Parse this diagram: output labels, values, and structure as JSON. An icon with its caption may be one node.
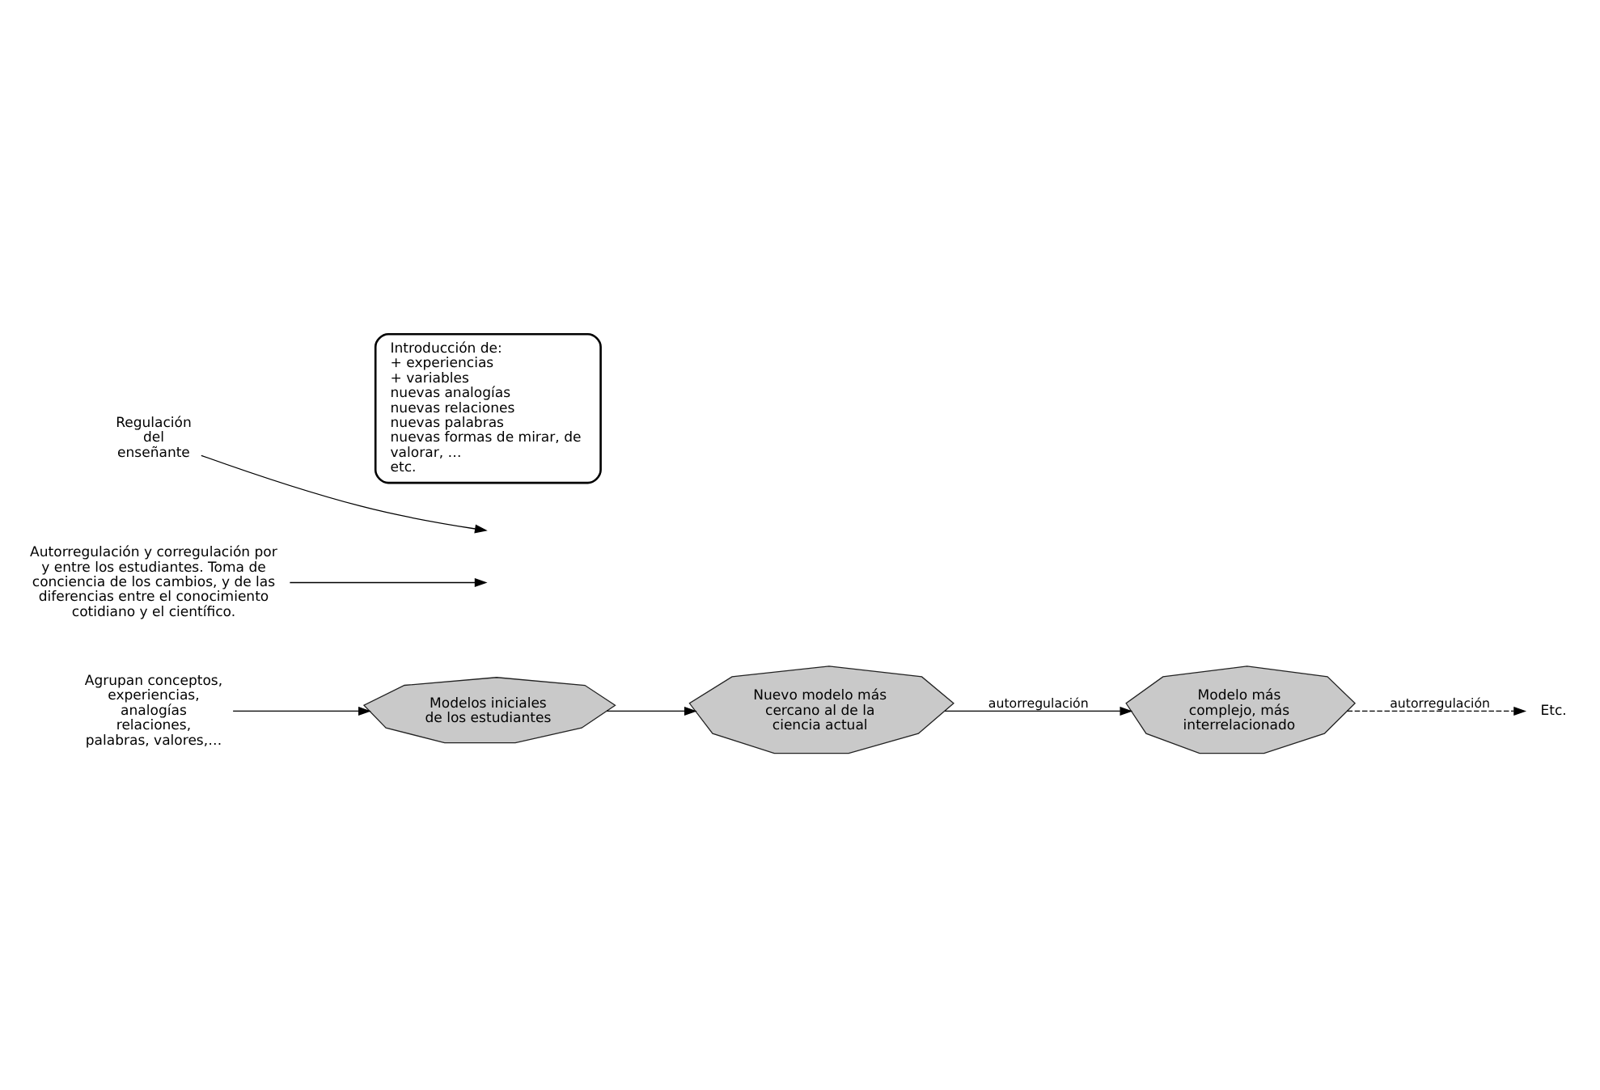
{
  "diagram": {
    "nodes": [
      {
        "text": [
          "Modelos iniciales de los estudiantes"
        ]
      },
      {
        "text": [
          "Nuevo modelo más cercano al de la ciencia actual"
        ]
      },
      {
        "text": [
          "Modelo más complejo, más interrelacionado"
        ]
      },
      {
        "text": [
          "Agrupan conceptos, experiencias, analogías relaciones, palabras, valores,…"
        ]
      },
      {
        "text": [
          "Autorregulación y corregulación por y entre los estudiantes. Toma de conciencia de los cambios, y de las diferencias entre el conocimiento cotidiano y el científico."
        ]
      },
      {
        "text": [
          "Regulación del enseñante"
        ]
      },
      {
        "text": [
          "Introducción de:",
          "+ experiencias",
          "+ variables",
          "nuevas analogías",
          "nuevas relaciones",
          "nuevas palabras",
          "nuevas formas de mirar, de valorar, …",
          "etc."
        ]
      },
      {
        "text": [
          "Etc."
        ]
      }
    ],
    "edges": [
      {
        "from": 3,
        "to": 0,
        "arrow": "to"
      },
      {
        "from": 0,
        "to": 1,
        "arrow": "to"
      },
      {
        "from": 4,
        "to": null,
        "arrow": "to"
      },
      {
        "from": 5,
        "to": null,
        "arrow": "to"
      },
      {
        "from": 1,
        "to": 2,
        "arrow": "to",
        "label": "autorregulación"
      },
      {
        "from": 2,
        "to": 7,
        "arrow": "to",
        "label": "autorregulación",
        "style": "dashed"
      }
    ]
  }
}
